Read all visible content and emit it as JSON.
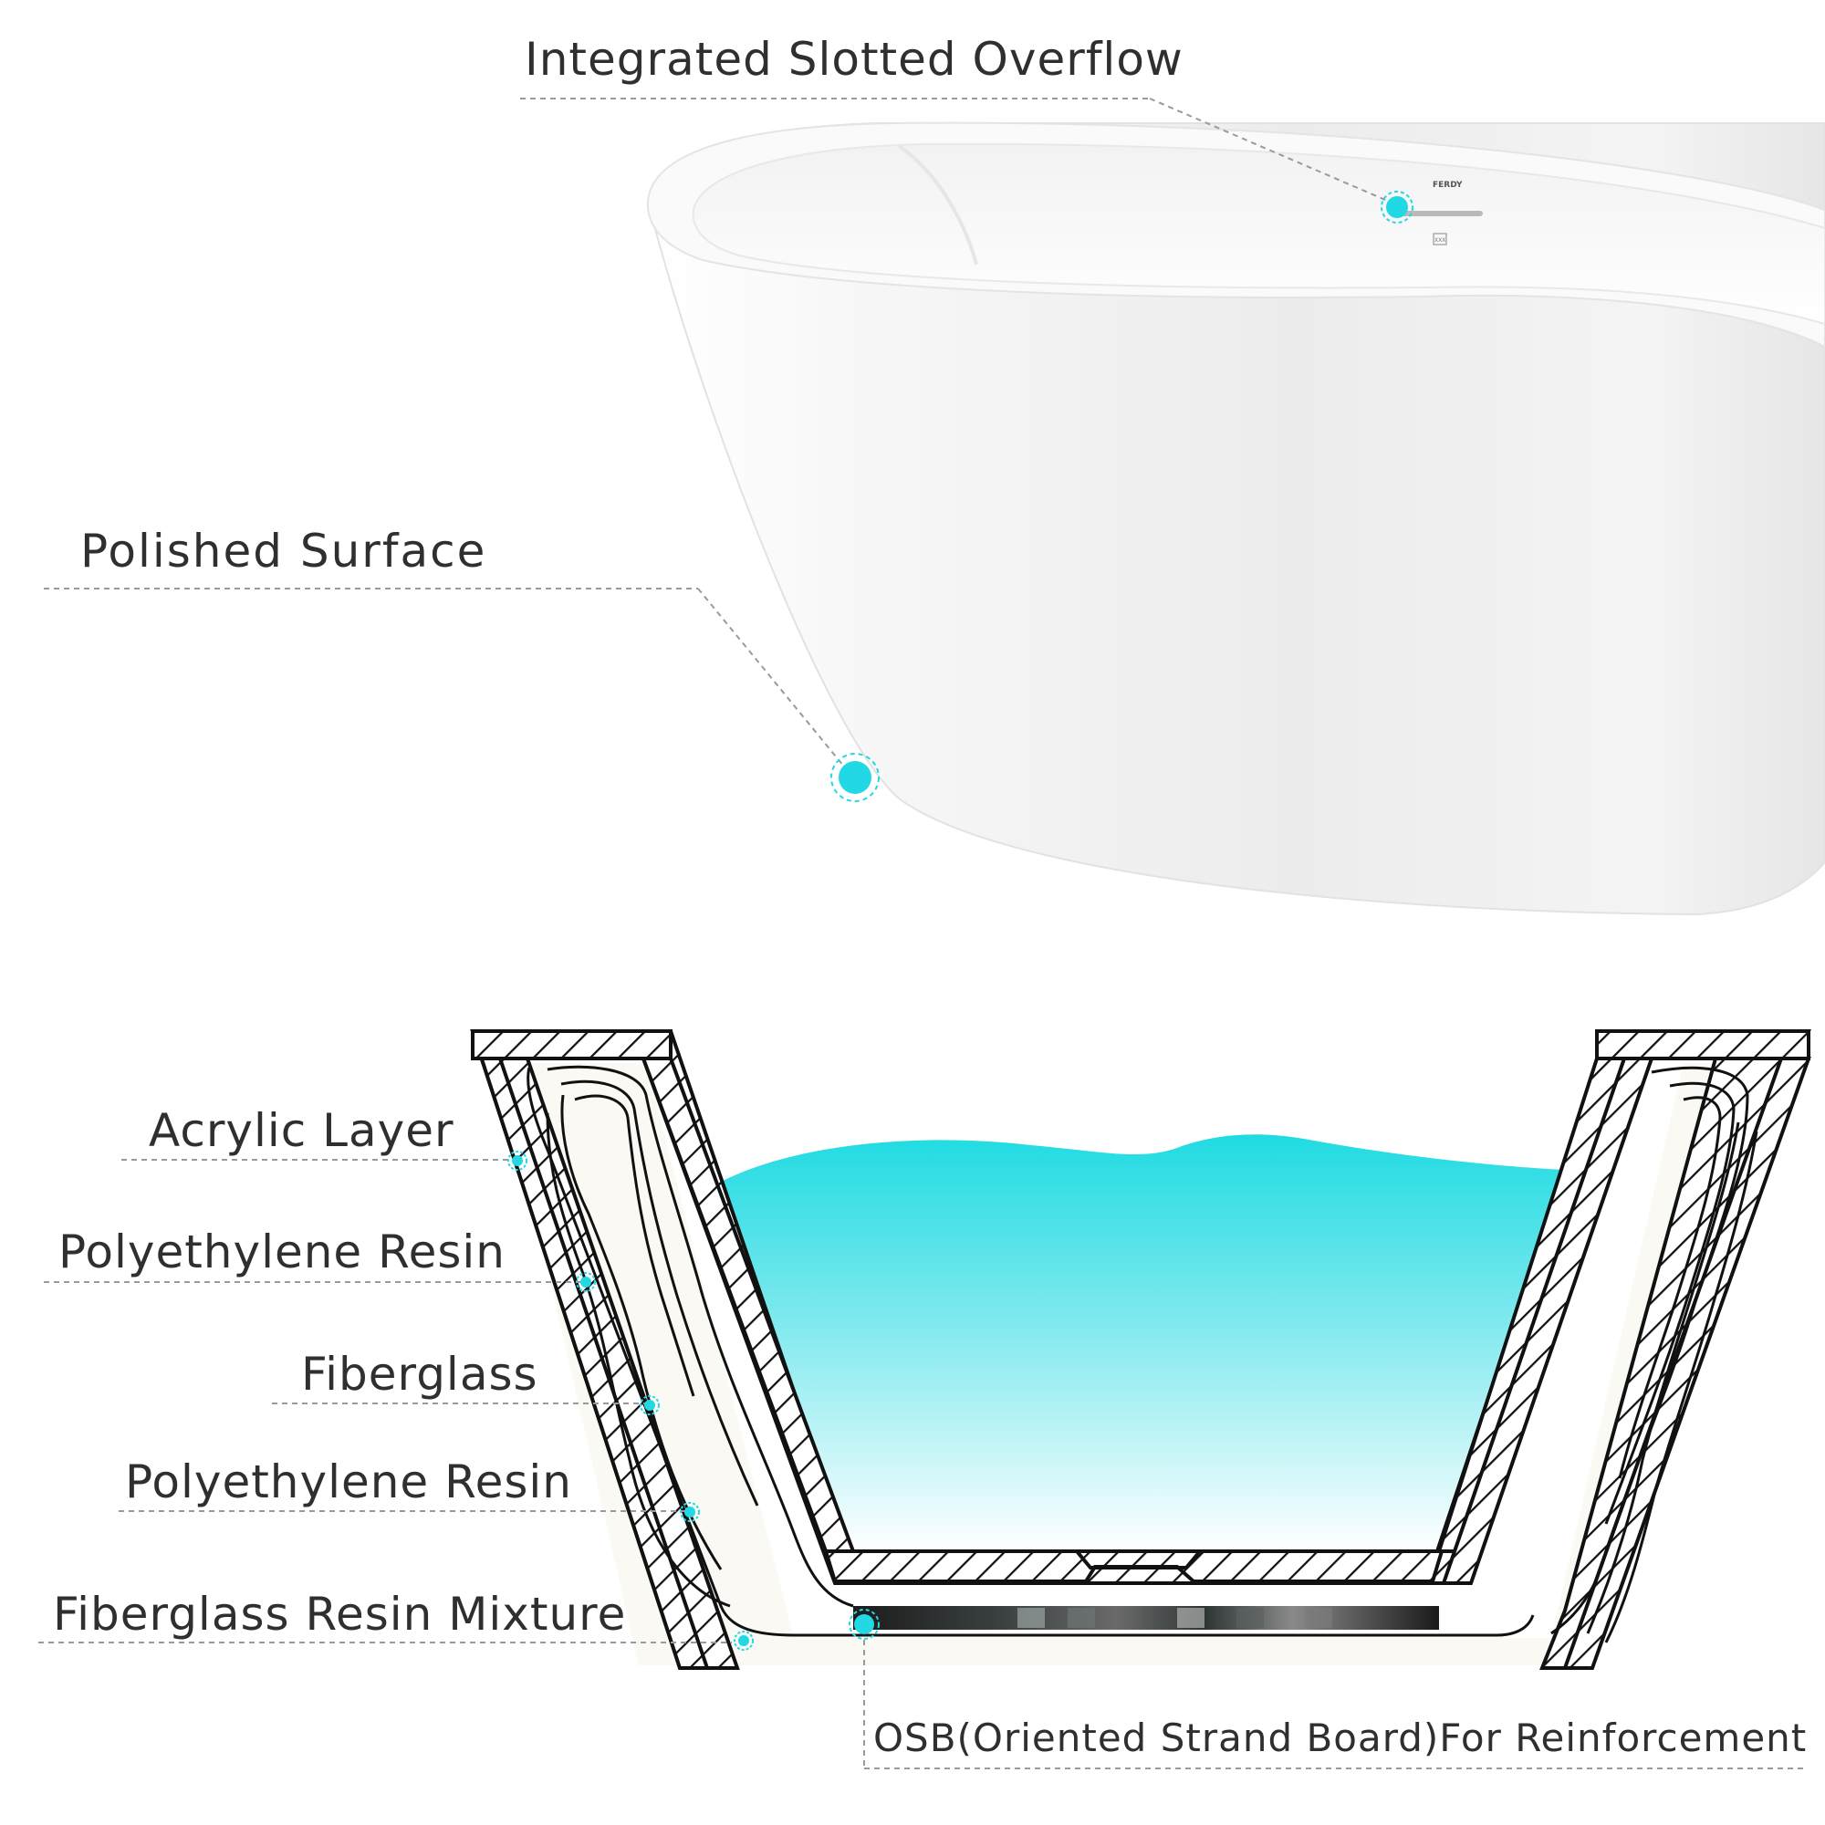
{
  "photo": {
    "overflow_brand_text": "FERDY",
    "overflow_code_text": "XXX"
  },
  "callouts": {
    "overflow": "Integrated Slotted Overflow",
    "surface": "Polished  Surface"
  },
  "cross_section": {
    "layers": [
      "Acrylic Layer",
      "Polyethylene Resin",
      "Fiberglass",
      "Polyethylene Resin",
      "Fiberglass Resin Mixture"
    ],
    "reinforcement": "OSB(Oriented Strand Board)For Reinforcement"
  },
  "colors": {
    "accent_dot": "#22d8e4",
    "water_top": "#20dbe2",
    "water_bottom": "#ffffff",
    "leader_line": "#9a9a9a",
    "hatch": "#111111",
    "core_fill": "#fbf9f3",
    "label_text": "#2f2f2f"
  }
}
